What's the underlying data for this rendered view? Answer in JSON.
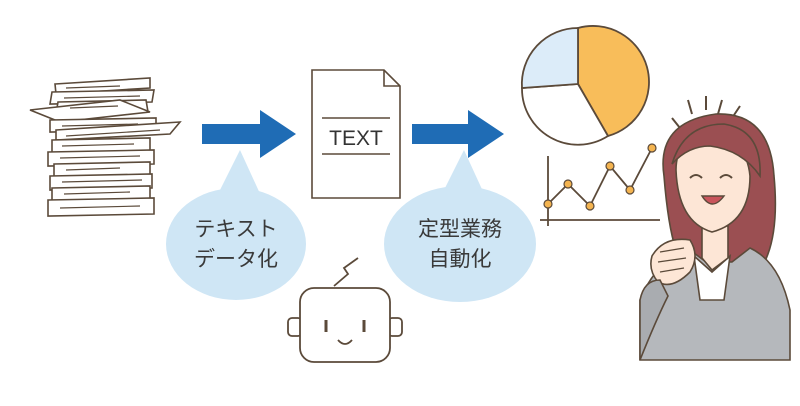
{
  "document": {
    "label": "TEXT"
  },
  "bubbles": [
    {
      "line1": "テキスト",
      "line2": "データ化"
    },
    {
      "line1": "定型業務",
      "line2": "自動化"
    }
  ],
  "colors": {
    "arrow": "#1f6cb5",
    "bubble": "#cfe6f5",
    "line": "#5b4a3a",
    "pie_orange": "#f8bd5a",
    "pie_blue": "#dcecf9",
    "graph_dot": "#f4b450",
    "hair": "#9b4f52",
    "skin": "#fde6d6",
    "jacket": "#b5b8bc"
  }
}
